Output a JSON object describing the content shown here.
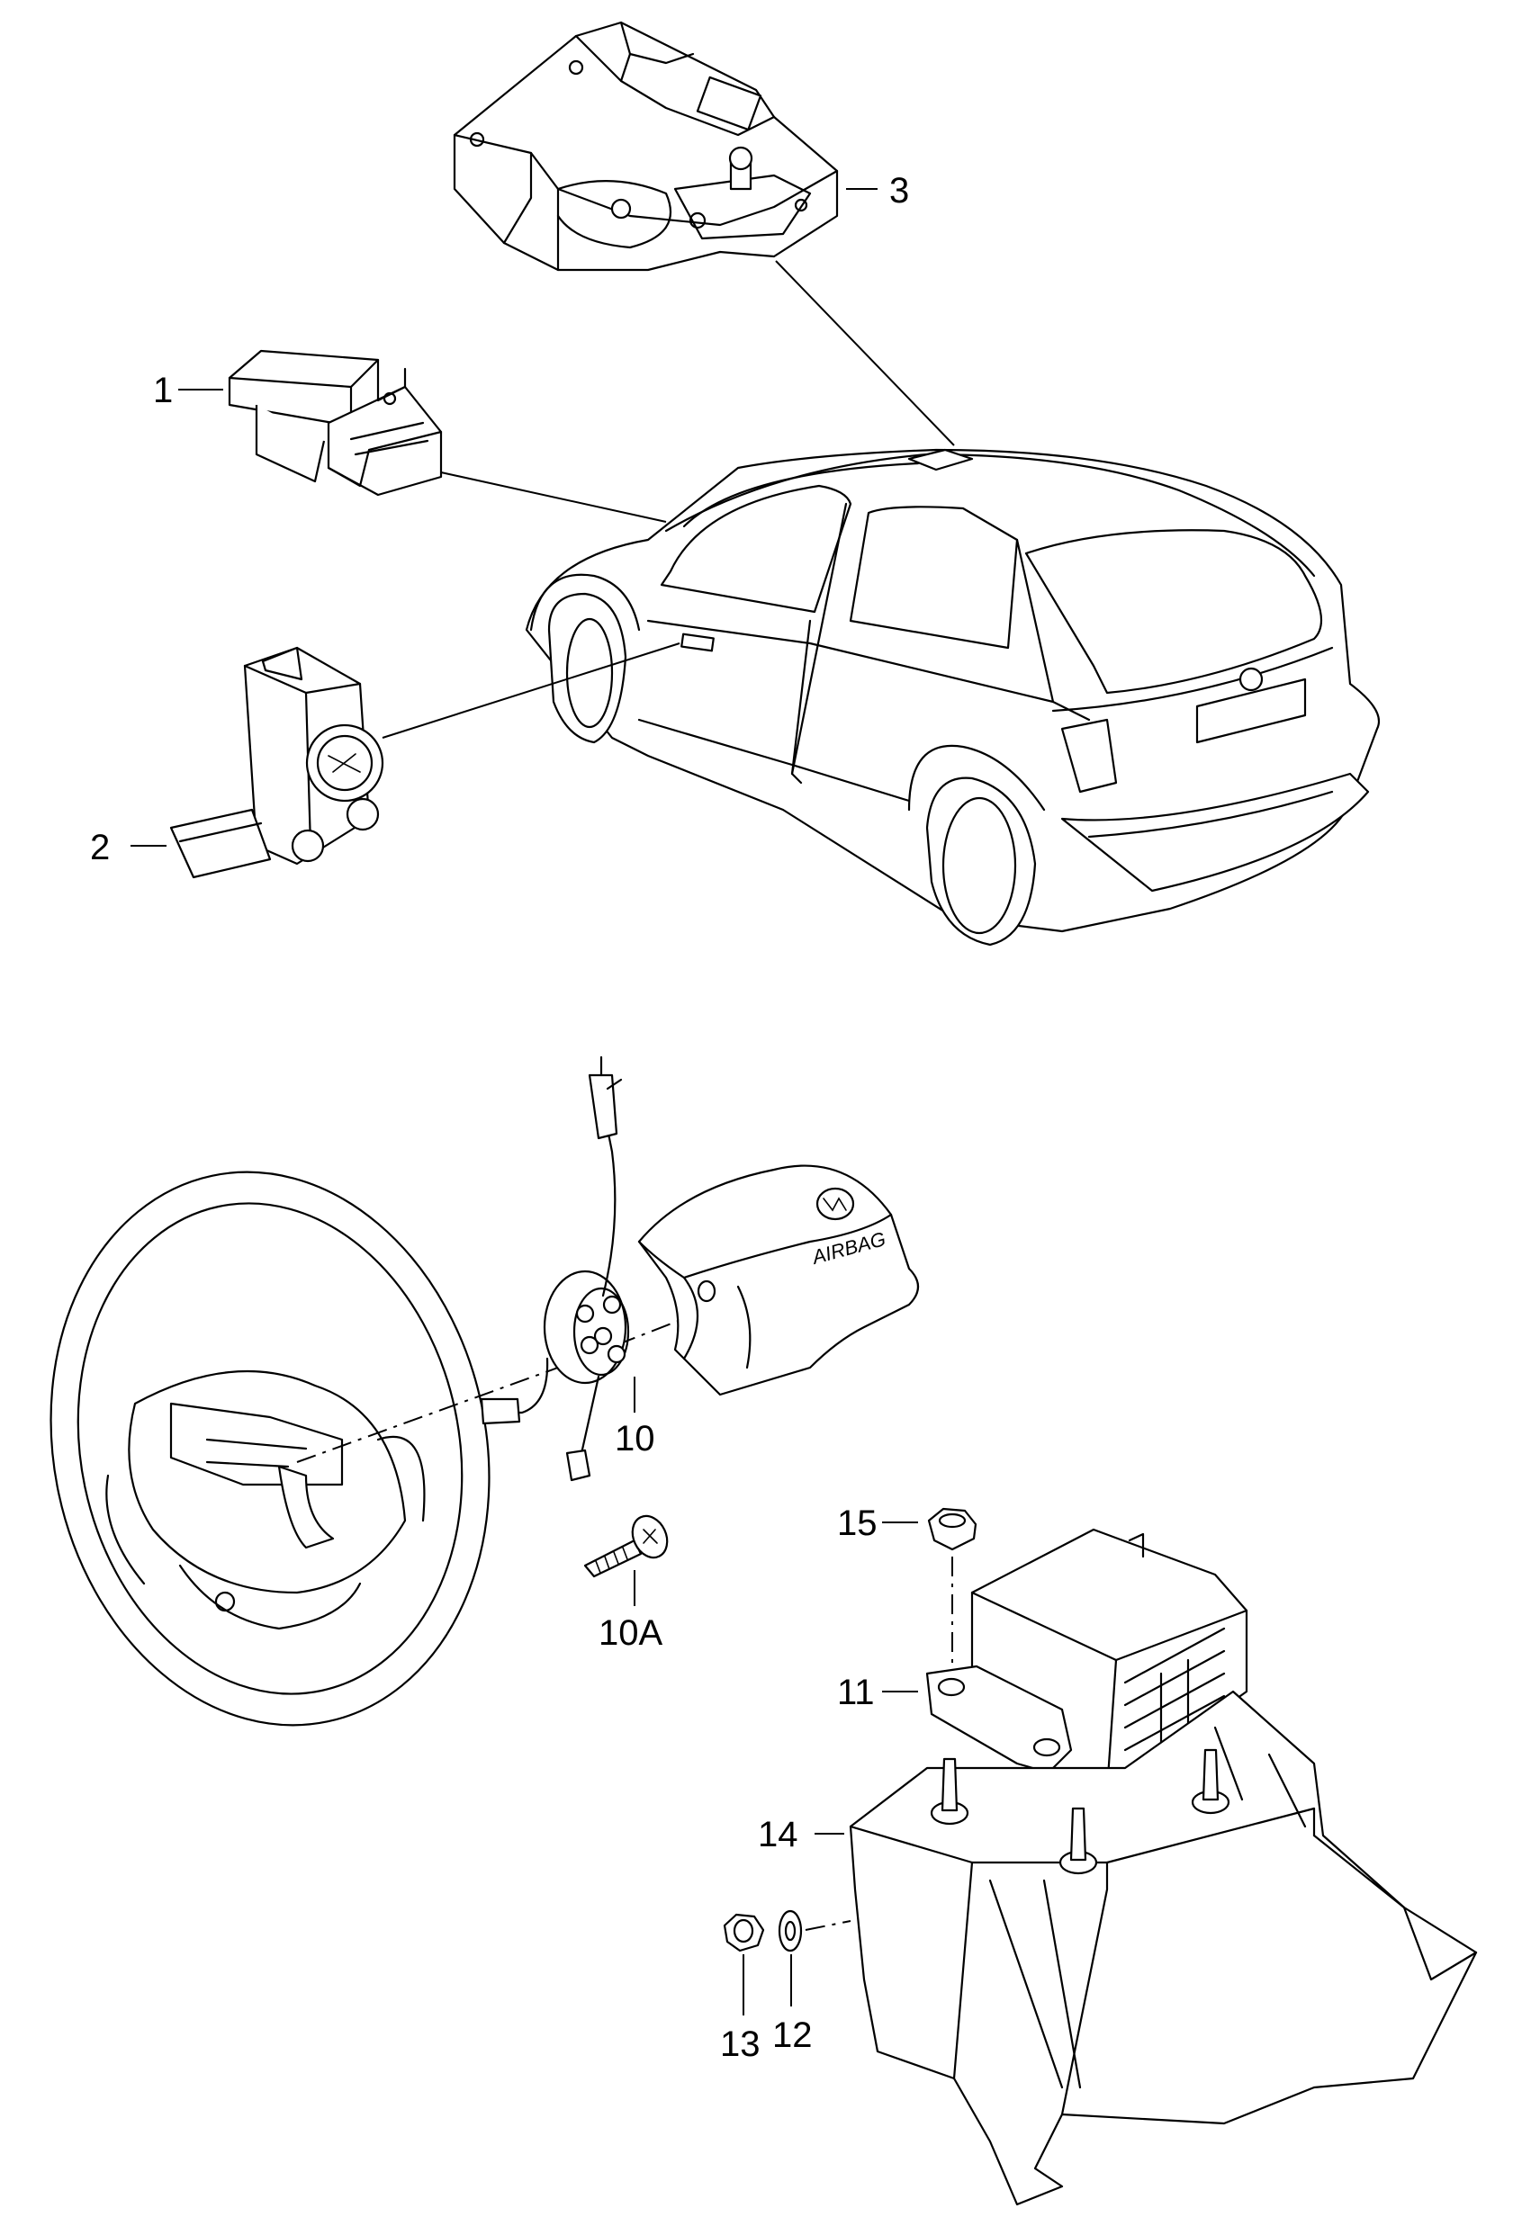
{
  "callouts": {
    "c1": "1",
    "c2": "2",
    "c3": "3",
    "c10": "10",
    "c10a": "10A",
    "c11": "11",
    "c12": "12",
    "c13": "13",
    "c14": "14",
    "c15": "15"
  },
  "airbag_cover_text": "AIRBAG"
}
